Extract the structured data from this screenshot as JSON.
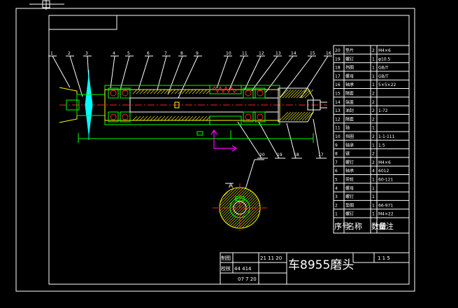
{
  "title_block": {
    "drawing_title": "车8955磨头",
    "row1_label": "制图",
    "row1_date": "21 11 20",
    "row2_label": "校核",
    "row2_value": "44 414",
    "row3_value": "07 7 20",
    "scale": "1 1 5"
  },
  "bom": {
    "header": [
      "序号",
      "名称",
      "数量",
      "备注"
    ],
    "rows": [
      [
        "20",
        "垫片",
        "2",
        "M4×6"
      ],
      [
        "19",
        "螺钉",
        "1",
        "φ10.5"
      ],
      [
        "18",
        "挡圈",
        "1",
        "GB/T"
      ],
      [
        "17",
        "螺母",
        "1",
        "GB/T"
      ],
      [
        "16",
        "轴承",
        "1",
        "5×5×22"
      ],
      [
        "15",
        "隔套",
        "2",
        ""
      ],
      [
        "14",
        "端盖",
        "2",
        ""
      ],
      [
        "13",
        "油封",
        "2",
        "1-72"
      ],
      [
        "12",
        "隔套",
        "2",
        ""
      ],
      [
        "11",
        "轴",
        "1",
        ""
      ],
      [
        "10",
        "挡圈",
        "2",
        "1-1-111"
      ],
      [
        "9",
        "轴承",
        "1",
        "1.5"
      ],
      [
        "8",
        "键",
        "2",
        ""
      ],
      [
        "7",
        "螺钉",
        "2",
        "M4×6"
      ],
      [
        "6",
        "轴承",
        "4",
        "6012"
      ],
      [
        "5",
        "带轮",
        "1",
        "60-121"
      ],
      [
        "4",
        "螺母",
        "1",
        ""
      ],
      [
        "3",
        "螺钉",
        "1",
        ""
      ],
      [
        "2",
        "垫圈",
        "1",
        "66-971"
      ],
      [
        "1",
        "螺钉",
        "1",
        "M4×22"
      ]
    ]
  },
  "balloons_top": [
    "1",
    "2",
    "3",
    "4",
    "5",
    "6",
    "7",
    "8",
    "9",
    "10",
    "11",
    "12",
    "13",
    "14",
    "15",
    "16"
  ],
  "balloons_bottom": [
    "20",
    "19",
    "18",
    "17"
  ],
  "section_label": "A"
}
